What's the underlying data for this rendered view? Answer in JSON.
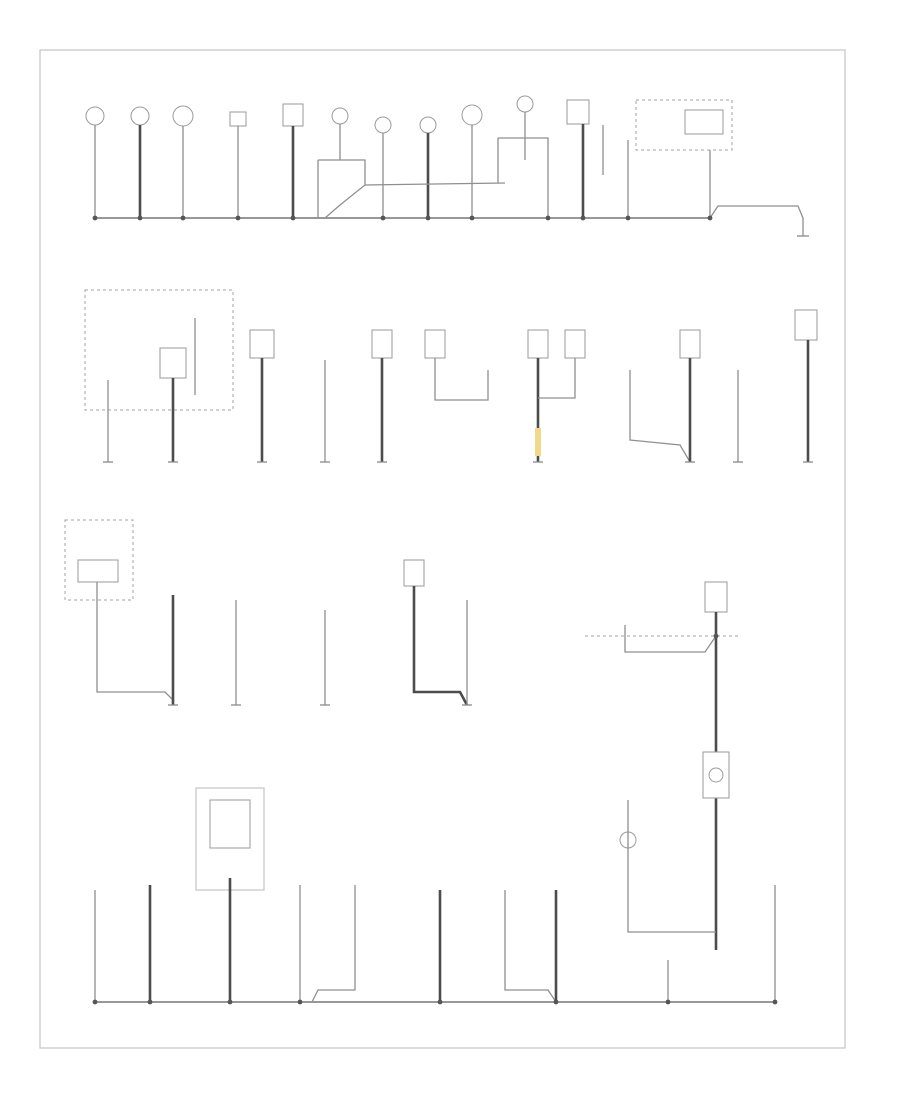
{
  "diagram": {
    "title": "",
    "footer_code": "",
    "legend_lines": [
      "",
      ""
    ],
    "accent_color": "#f1d98a",
    "ground_points": [
      {
        "id": "gp1",
        "label": ""
      },
      {
        "id": "gp2",
        "label": ""
      },
      {
        "id": "gp3",
        "label": ""
      },
      {
        "id": "gp4",
        "label": ""
      },
      {
        "id": "gp5",
        "label": ""
      },
      {
        "id": "gp6",
        "label": ""
      }
    ],
    "components": [],
    "wire_labels": []
  }
}
